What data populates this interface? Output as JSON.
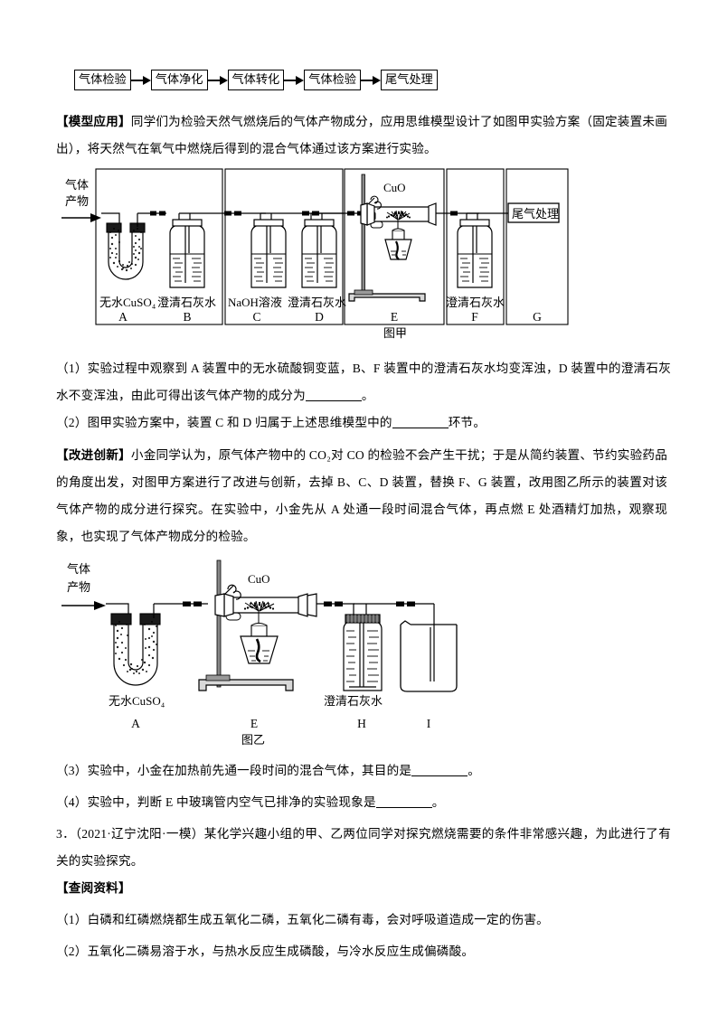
{
  "flow_model": {
    "steps": [
      {
        "label": "气体检验"
      },
      {
        "label": "气体净化"
      },
      {
        "label": "气体转化"
      },
      {
        "label": "气体检验"
      },
      {
        "label": "尾气处理"
      }
    ]
  },
  "paragraphs": {
    "model_application": {
      "tag": "【模型应用】",
      "text": "同学们为检验天然气燃烧后的气体产物成分，应用思维模型设计了如图甲实验方案（固定装置未画出），将天然气在氧气中燃烧后得到的混合气体通过该方案进行实验。"
    },
    "q1_part1": "（1）实验过程中观察到 A 装置中的无水硫酸铜变蓝，B、F 装置中的澄清石灰水均变浑浊，D 装置中的澄清石灰水不变浑浊，由此可得出该气体产物的成分为",
    "q1_part2": "。",
    "q2_part1": "（2）图甲实验方案中，装置 C 和 D 归属于上述思维模型中的",
    "q2_part2": "环节。",
    "improvement": {
      "tag": "【改进创新】",
      "text": "小金同学认为，原气体产物中的 CO₂对 CO 的检验不会产生干扰；于是从简约装置、节约实验药品的角度出发，对图甲方案进行了改进与创新，去掉 B、C、D 装置，替换 F、G 装置，改用图乙所示的装置对该气体产物的成分进行探究。在实验中，小金先从 A 处通一段时间混合气体，再点燃 E 处酒精灯加热，观察现象，也实现了气体产物成分的检验。"
    },
    "q3_part1": "（3）实验中，小金在加热前先通一段时间的混合气体，其目的是",
    "q3_part2": "。",
    "q4_part1": "（4）实验中，判断 E 中玻璃管内空气已排净的实验现象是",
    "q4_part2": "。",
    "q3_item": "3．（2021·辽宁沈阳·一模）某化学兴趣小组的甲、乙两位同学对探究燃烧需要的条件非常感兴趣，为此进行了有关的实验探究。",
    "reference_tag": "【查阅资料】",
    "ref1": "（1）白磷和红磷燃烧都生成五氧化二磷，五氧化二磷有毒，会对呼吸道造成一定的伤害。",
    "ref2": "（2）五氧化二磷易溶于水，与热水反应生成磷酸，与冷水反应生成偏磷酸。"
  },
  "figure_jia": {
    "caption": "图甲",
    "inlet_line1": "气体",
    "inlet_line2": "产物",
    "sections": [
      {
        "id": "A",
        "reagent": "无水CuSO₄"
      },
      {
        "id": "B",
        "reagent": "澄清石灰水"
      },
      {
        "id": "C",
        "reagent": "NaOH溶液"
      },
      {
        "id": "D",
        "reagent": "澄清石灰水"
      },
      {
        "id": "E",
        "reagent": "CuO"
      },
      {
        "id": "F",
        "reagent": "澄清石灰水"
      },
      {
        "id": "G",
        "reagent": "尾气处理"
      }
    ]
  },
  "figure_yi": {
    "caption": "图乙",
    "inlet_line1": "气体",
    "inlet_line2": "产物",
    "sections": [
      {
        "id": "A",
        "reagent": "无水CuSO₄"
      },
      {
        "id": "E",
        "reagent": "CuO"
      },
      {
        "id": "H",
        "reagent": "澄清石灰水"
      },
      {
        "id": "I",
        "reagent": ""
      }
    ]
  },
  "colors": {
    "ink": "#000000",
    "paper": "#ffffff"
  }
}
